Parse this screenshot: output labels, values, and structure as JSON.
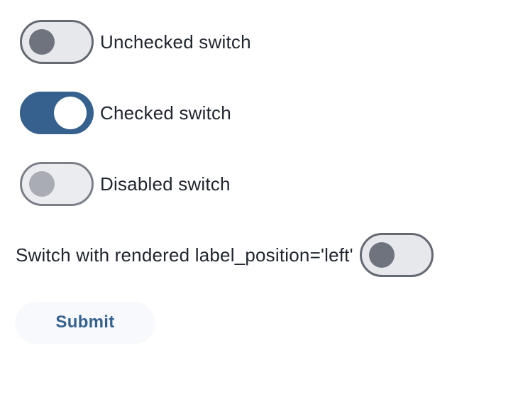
{
  "switch_rows": [
    {
      "label": "Unchecked switch",
      "state": "unchecked",
      "label_position": "right"
    },
    {
      "label": "Checked switch",
      "state": "checked",
      "label_position": "right"
    },
    {
      "label": "Disabled switch",
      "state": "disabled",
      "label_position": "right"
    },
    {
      "label": "Switch with rendered label_position='left'",
      "state": "unchecked",
      "label_position": "left"
    }
  ],
  "submit_button": {
    "label": "Submit"
  },
  "colors": {
    "accent_blue": "#36618e",
    "track_unchecked": "#e7e8ec",
    "track_border": "#646972",
    "thumb_unchecked": "#6e737e",
    "thumb_checked": "#ffffff",
    "thumb_disabled": "#a9acb2",
    "label_text": "#1f242d",
    "button_background": "#f8f9fd",
    "button_text": "#35618e"
  }
}
